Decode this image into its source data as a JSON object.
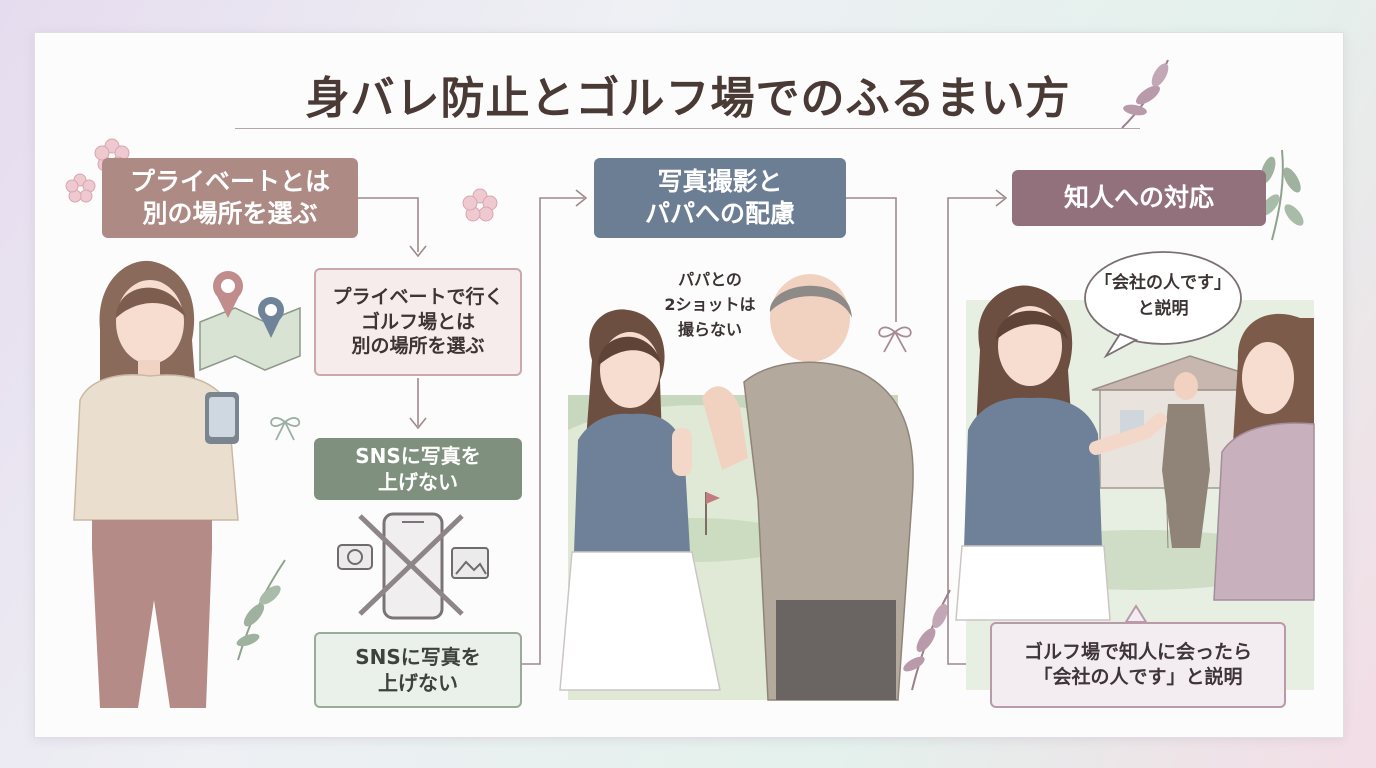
{
  "title": "身バレ防止とゴルフ場でのふるまい方",
  "section1": {
    "header_line1": "プライベートとは",
    "header_line2": "別の場所を選ぶ",
    "step1_line1": "プライベートで行く",
    "step1_line2": "ゴルフ場とは",
    "step1_line3": "別の場所を選ぶ",
    "step2_line1": "SNSに写真を",
    "step2_line2": "上げない",
    "step3_line1": "SNSに写真を",
    "step3_line2": "上げない"
  },
  "section2": {
    "header_line1": "写真撮影と",
    "header_line2": "パパへの配慮",
    "caption_line1": "パパとの",
    "caption_line2": "2ショットは",
    "caption_line3": "撮らない"
  },
  "section3": {
    "header": "知人への対応",
    "bubble_line1": "「会社の人です」",
    "bubble_line2": "と説明",
    "note_line1": "ゴルフ場で知人に会ったら",
    "note_line2": "「会社の人です」と説明"
  },
  "colors": {
    "rose": "#ae8a85",
    "slate": "#6c7e94",
    "plum": "#92707c",
    "sage": "#7f917e",
    "title": "#4a3a36"
  }
}
